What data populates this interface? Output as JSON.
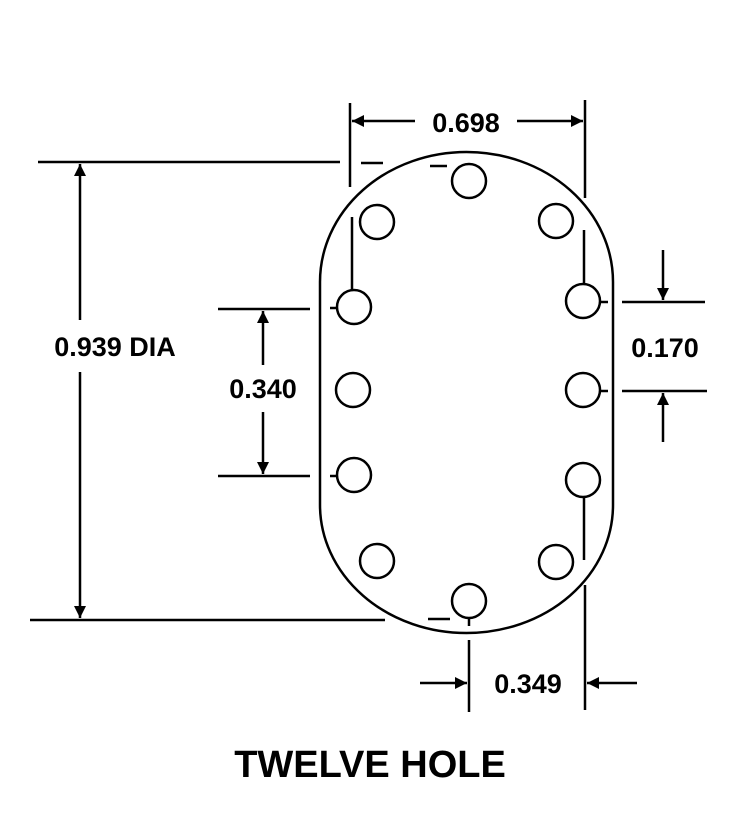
{
  "dimensions": {
    "width": "0.698",
    "diameter": "0.939 DIA",
    "hole_spacing": "0.340",
    "half_spacing": "0.170",
    "half_width": "0.349"
  },
  "title": "TWELVE HOLE",
  "hole_count": 12
}
